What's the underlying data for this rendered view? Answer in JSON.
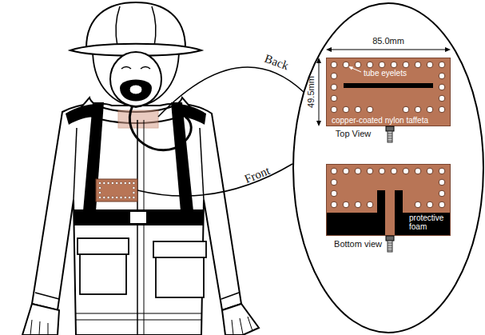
{
  "diagram": {
    "nodes": [
      {
        "text": [
          "tube eyelets",
          "copper-coated nylon taffeta"
        ]
      },
      {
        "text": [
          "protective foam"
        ]
      }
    ],
    "labels": [
      "Back",
      "Front",
      "85.0mm",
      "49.5mm",
      "Top View",
      "Bottom view"
    ]
  }
}
